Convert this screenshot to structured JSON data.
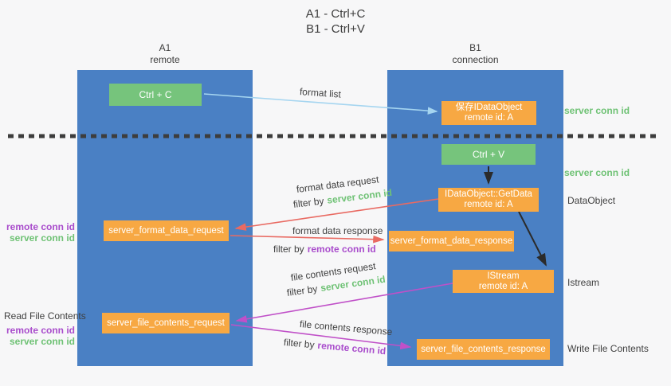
{
  "title": {
    "line1": "A1 - Ctrl+C",
    "line2": "B1 - Ctrl+V"
  },
  "lanes": {
    "a": {
      "name": "A1",
      "role": "remote"
    },
    "b": {
      "name": "B1",
      "role": "connection"
    }
  },
  "nodes": {
    "ctrl_c": {
      "label": "Ctrl + C"
    },
    "save_idataobject": {
      "line1": "保存IDataObject",
      "line2": "remote id: A"
    },
    "ctrl_v": {
      "label": "Ctrl + V"
    },
    "getdata": {
      "line1": "IDataObject::GetData",
      "line2": "remote id: A"
    },
    "format_request": {
      "label": "server_format_data_request"
    },
    "format_response": {
      "label": "server_format_data_response"
    },
    "istream": {
      "line1": "IStream",
      "line2": "remote id: A"
    },
    "file_request": {
      "label": "server_file_contents_request"
    },
    "file_response": {
      "label": "server_file_contents_response"
    }
  },
  "edge_labels": {
    "format_list": "format list",
    "format_data_request": "format data request",
    "format_data_response": "format data response",
    "file_contents_request": "file contents request",
    "file_contents_response": "file contents response",
    "filter_by": "filter by",
    "server_conn_id": "server conn id",
    "remote_conn_id": "remote conn id"
  },
  "side_labels": {
    "server_conn_id_top": "server conn id",
    "server_conn_id_mid": "server conn id",
    "dataobject": "DataObject",
    "istream": "Istream",
    "write_file_contents": "Write File Contents",
    "read_file_contents": "Read File Contents",
    "remote_conn_id": "remote conn id",
    "server_conn_id": "server conn id"
  },
  "colors": {
    "background": "#f7f7f8",
    "lane_blue": "#4a80c4",
    "box_orange": "#f7a843",
    "box_green": "#76c47c",
    "green_text": "#6fc275",
    "purple_text": "#a94ccc",
    "red_arrow": "#e96a62",
    "magenta_arrow": "#c050c8",
    "blue_arrow": "#a5d5f0",
    "black_arrow": "#2b2b2b",
    "separator": "#3d3d3d"
  }
}
